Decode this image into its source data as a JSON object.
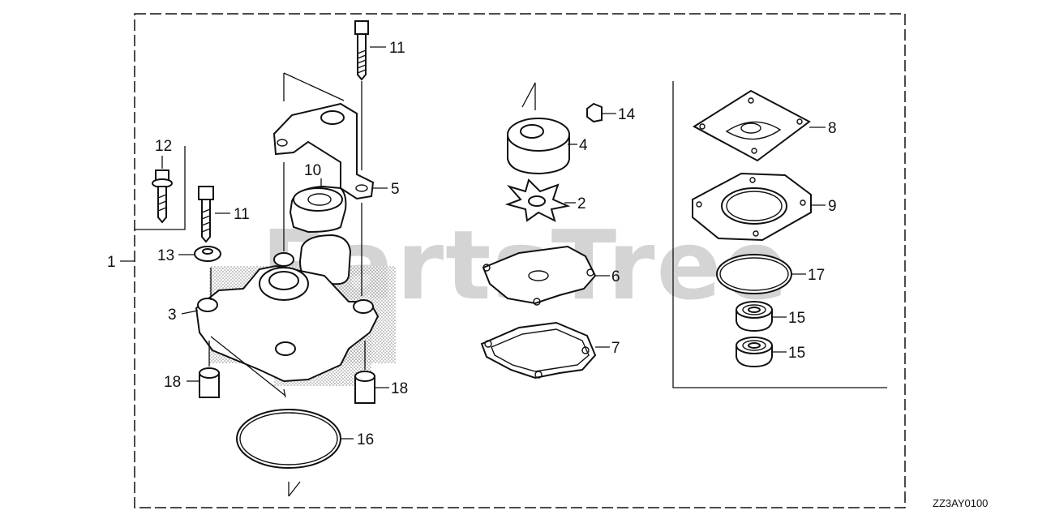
{
  "watermark": "PartsTree",
  "diagram_code": "ZZ3AY0100",
  "callouts": {
    "c1": "1",
    "c2": "2",
    "c3": "3",
    "c4": "4",
    "c5": "5",
    "c6": "6",
    "c7": "7",
    "c8": "8",
    "c9": "9",
    "c10": "10",
    "c11a": "11",
    "c11b": "11",
    "c12": "12",
    "c13": "13",
    "c14": "14",
    "c15a": "15",
    "c15b": "15",
    "c16": "16",
    "c17": "17",
    "c18a": "18",
    "c18b": "18"
  }
}
